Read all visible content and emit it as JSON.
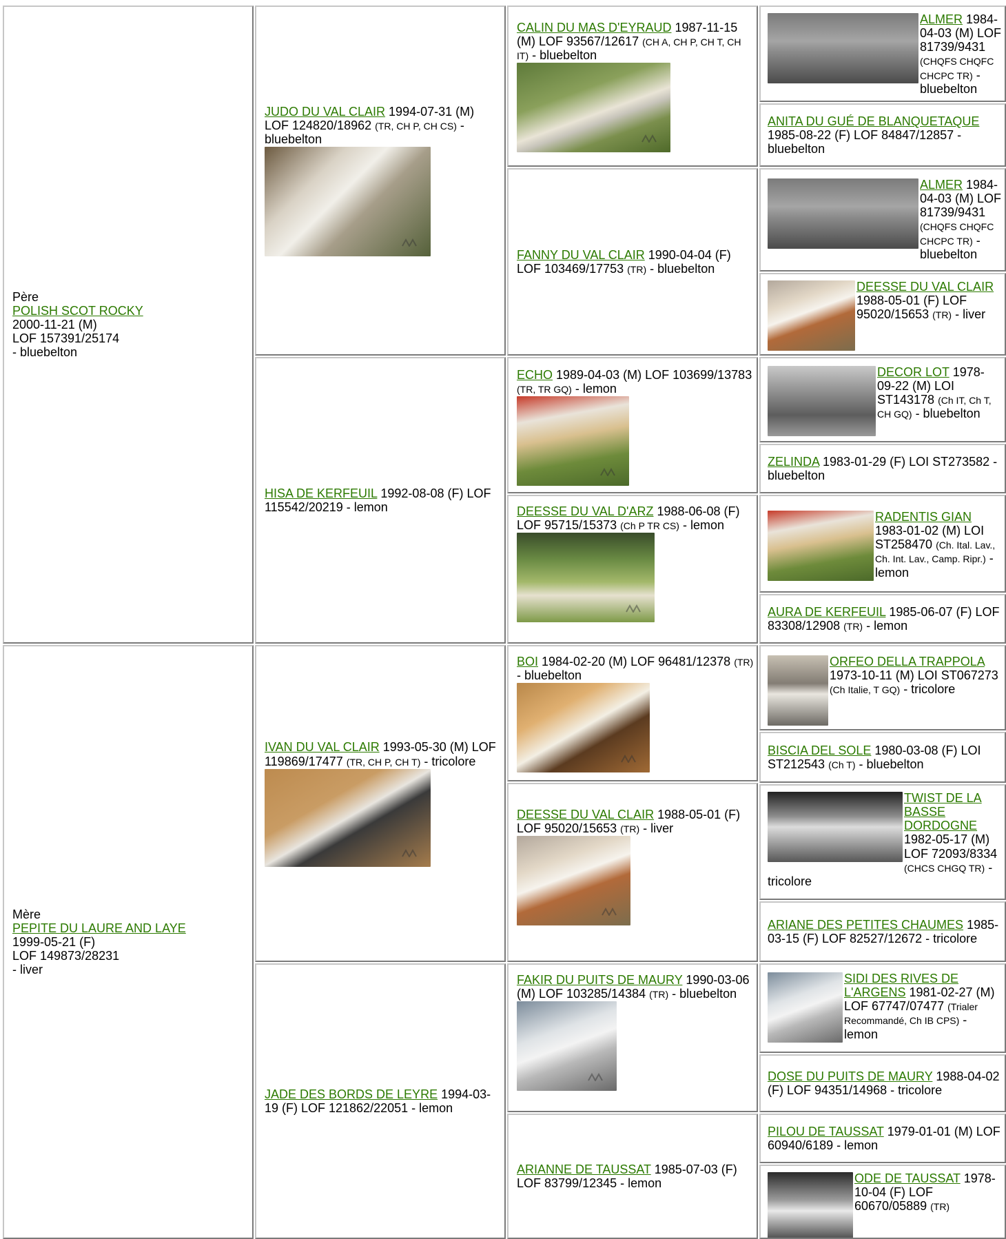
{
  "gen1": {
    "sire": {
      "role": "Père",
      "name": "POLISH SCOT ROCKY",
      "date": "2000-11-21 (M)",
      "reg": "LOF 157391/25174",
      "color": "- bluebelton"
    },
    "dam": {
      "role": "Mère",
      "name": "PEPITE DU LAURE AND LAYE",
      "date": "1999-05-21 (F)",
      "reg": "LOF 149873/28231",
      "color": "- liver"
    }
  },
  "gen2": [
    {
      "name": "JUDO DU VAL CLAIR",
      "text": " 1994-07-31 (M) LOF 124820/18962 ",
      "titles": "(TR, CH P, CH CS)",
      "tail": " - bluebelton",
      "photo_icon": "dog-photo-icon"
    },
    {
      "name": "HISA DE KERFEUIL",
      "text": " 1992-08-08 (F) LOF 115542/20219 - lemon"
    },
    {
      "name": "IVAN DU VAL CLAIR",
      "text": " 1993-05-30 (M) LOF 119869/17477 ",
      "titles": "(TR, CH P, CH T)",
      "tail": " - tricolore",
      "photo_icon": "dog-photo-icon"
    },
    {
      "name": "JADE DES BORDS DE LEYRE",
      "text": " 1994-03-19 (F) LOF 121862/22051 - lemon"
    }
  ],
  "gen3": [
    {
      "name": "CALIN DU MAS D'EYRAUD",
      "text": " 1987-11-15 (M) LOF 93567/12617 ",
      "titles": "(CH A, CH P, CH T, CH IT)",
      "tail": " - bluebelton"
    },
    {
      "name": "FANNY DU VAL CLAIR",
      "text": " 1990-04-04 (F) LOF 103469/17753 ",
      "titles": "(TR)",
      "tail": " - bluebelton"
    },
    {
      "name": "ECHO",
      "text": " 1989-04-03 (M) LOF 103699/13783 ",
      "titles": "(TR, TR GQ)",
      "tail": " - lemon"
    },
    {
      "name": "DEESSE DU VAL D'ARZ",
      "text": " 1988-06-08 (F) LOF 95715/15373 ",
      "titles": "(Ch P TR CS)",
      "tail": " - lemon"
    },
    {
      "name": "BOI",
      "text": " 1984-02-20 (M) LOF 96481/12378 ",
      "titles": "(TR)",
      "tail": " - bluebelton"
    },
    {
      "name": "DEESSE DU VAL CLAIR",
      "text": " 1988-05-01 (F) LOF 95020/15653 ",
      "titles": "(TR)",
      "tail": " - liver"
    },
    {
      "name": "FAKIR DU PUITS DE MAURY",
      "text": " 1990-03-06 (M) LOF 103285/14384 ",
      "titles": "(TR)",
      "tail": " - bluebelton"
    },
    {
      "name": "ARIANNE DE TAUSSAT",
      "text": " 1985-07-03 (F) LOF 83799/12345 - lemon"
    }
  ],
  "gen4": [
    {
      "name": "ALMER",
      "text": " 1984-04-03 (M) LOF 81739/9431 ",
      "titles": "(CHQFS CHQFC CHCPC TR)",
      "tail": " - bluebelton"
    },
    {
      "name": "ANITA DU GUÉ DE BLANQUETAQUE",
      "text": " 1985-08-22 (F) LOF 84847/12857 - bluebelton"
    },
    {
      "name": "ALMER",
      "text": " 1984-04-03 (M) LOF 81739/9431 ",
      "titles": "(CHQFS CHQFC CHCPC TR)",
      "tail": " - bluebelton"
    },
    {
      "name": "DEESSE DU VAL CLAIR",
      "text": " 1988-05-01 (F) LOF 95020/15653 ",
      "titles": "(TR)",
      "tail": " - liver"
    },
    {
      "name": "DECOR LOT",
      "text": " 1978-09-22 (M) LOI ST143178 ",
      "titles": "(Ch IT, Ch T, CH GQ)",
      "tail": " - bluebelton"
    },
    {
      "name": "ZELINDA",
      "text": " 1983-01-29 (F) LOI ST273582 - bluebelton"
    },
    {
      "name": "RADENTIS GIAN",
      "text": " 1983-01-02 (M) LOI ST258470 ",
      "titles": "(Ch. Ital. Lav., Ch. Int. Lav., Camp. Ripr.)",
      "tail": " - lemon"
    },
    {
      "name": "AURA DE KERFEUIL",
      "text": " 1985-06-07 (F) LOF 83308/12908 ",
      "titles": "(TR)",
      "tail": " - lemon"
    },
    {
      "name": "ORFEO DELLA TRAPPOLA",
      "text": " 1973-10-11 (M) LOI ST067273 ",
      "titles": "(Ch Italie, T GQ)",
      "tail": " - tricolore"
    },
    {
      "name": "BISCIA DEL SOLE",
      "text": " 1980-03-08 (F) LOI ST212543 ",
      "titles": "(Ch T)",
      "tail": " - bluebelton"
    },
    {
      "name": "TWIST DE LA BASSE DORDOGNE",
      "text": " 1982-05-17 (M) LOF 72093/8334 ",
      "titles": "(CHCS CHGQ TR)",
      "tail": " - tricolore"
    },
    {
      "name": "ARIANE DES PETITES CHAUMES",
      "text": " 1985-03-15 (F) LOF 82527/12672 - tricolore"
    },
    {
      "name": "SIDI DES RIVES DE L'ARGENS",
      "text": " 1981-02-27 (M) LOF 67747/07477 ",
      "titles": "(Trialer Recommandé, Ch IB CPS)",
      "tail": " - lemon"
    },
    {
      "name": "DOSE DU PUITS DE MAURY",
      "text": " 1988-04-02 (F) LOF 94351/14968 - tricolore"
    },
    {
      "name": "PILOU DE TAUSSAT",
      "text": " 1979-01-01 (M) LOF 60940/6189 - lemon"
    },
    {
      "name": "ODE DE TAUSSAT",
      "text": " 1978-10-04 (F) LOF 60670/05889 ",
      "titles": "(TR)",
      "tail": ""
    }
  ],
  "colors": {
    "link": "#2c7a00",
    "border_light": "#c6c6c6",
    "border_dark": "#7a7a7a"
  }
}
